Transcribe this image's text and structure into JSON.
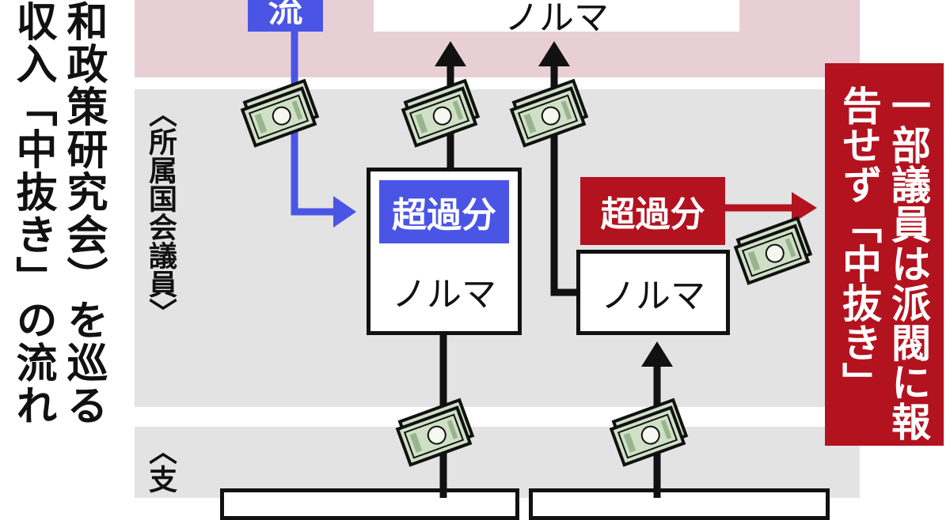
{
  "title": {
    "line1": "和政策研究会）を巡る",
    "line2": "収入「中抜き」の流れ"
  },
  "bands": {
    "member_label": "〈所属国会議員〉",
    "branch_label": "〈支"
  },
  "boxes": {
    "top_quota": "ノルマ",
    "flow_tag": "流",
    "left_excess": "超過分",
    "left_quota": "ノルマ",
    "right_excess": "超過分",
    "right_quota": "ノルマ"
  },
  "callout": "一部議員は派閥に報告せず「中抜き」",
  "colors": {
    "top_band": "#e8cfd6",
    "member_band": "#e3e3e3",
    "blue": "#4a55e6",
    "red": "#b3121f",
    "note": "#cfe0c6"
  }
}
